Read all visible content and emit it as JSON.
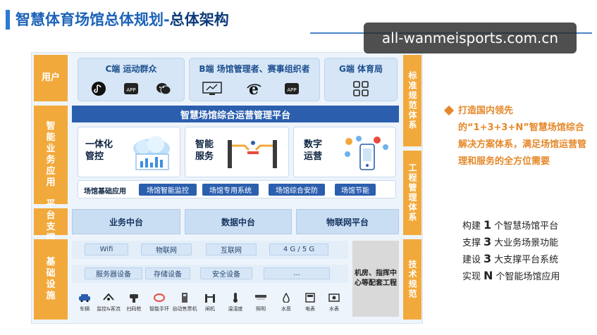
{
  "header": {
    "title_main": "智慧体育场馆总体规划-",
    "title_sub": "总体架构",
    "watermark": "all-wanmeisports.com.cn"
  },
  "left_labels": {
    "users": "用户",
    "apps": "智能业务应用",
    "platform": "平台支撑",
    "infra": "基础设施"
  },
  "right_labels": {
    "standard": "标准规范体系",
    "engineering": "工程管理体系",
    "tech": "技术规范"
  },
  "users": [
    {
      "title": "C端  运动群众"
    },
    {
      "title": "B端  场馆管理者、赛事组织者"
    },
    {
      "title": "G端  体育局"
    }
  ],
  "platform": {
    "title": "智慧场馆综合运营管理平台"
  },
  "apps": [
    {
      "line1": "一体化",
      "line2": "管控"
    },
    {
      "line1": "智能",
      "line2": "服务"
    },
    {
      "line1": "数字",
      "line2": "运营"
    }
  ],
  "basic_apps": {
    "label": "场馆基础应用",
    "chips": [
      "场馆智能监控",
      "场馆专用系统",
      "场馆综合安防",
      "场馆节能"
    ]
  },
  "support": [
    "业务中台",
    "数据中台",
    "物联网平台"
  ],
  "infra": {
    "row1": [
      "Wifi",
      "物联网",
      "互联网",
      "4 G / 5 G"
    ],
    "row2": [
      "服务器设备",
      "存储设备",
      "安全设备",
      "..."
    ],
    "engine": "机房、指挥中心等配套工程",
    "devices": [
      "车辆",
      "监控&客流",
      "扫码枪",
      "智能手环",
      "自动售票机",
      "闸机",
      "温湿度",
      "照明",
      "水质",
      "电表",
      "水表"
    ]
  },
  "right_panel": {
    "headline": "打造国内领先的“1+3+3+N”智慧场馆综合解决方案体系，满足场馆运营管理和服务的全方位需要",
    "stats": [
      {
        "pre": "构建",
        "num": "1",
        "post": "个智慧场馆平台"
      },
      {
        "pre": "支撑",
        "num": "3",
        "post": "大业务场景功能"
      },
      {
        "pre": "建设",
        "num": "3",
        "post": "大支撑平台系统"
      },
      {
        "pre": "实现",
        "num": "N",
        "post": "个智能场馆应用"
      }
    ]
  },
  "colors": {
    "brand_blue": "#2b5fae",
    "accent_orange": "#f2a93b",
    "text_orange": "#e5882a"
  }
}
